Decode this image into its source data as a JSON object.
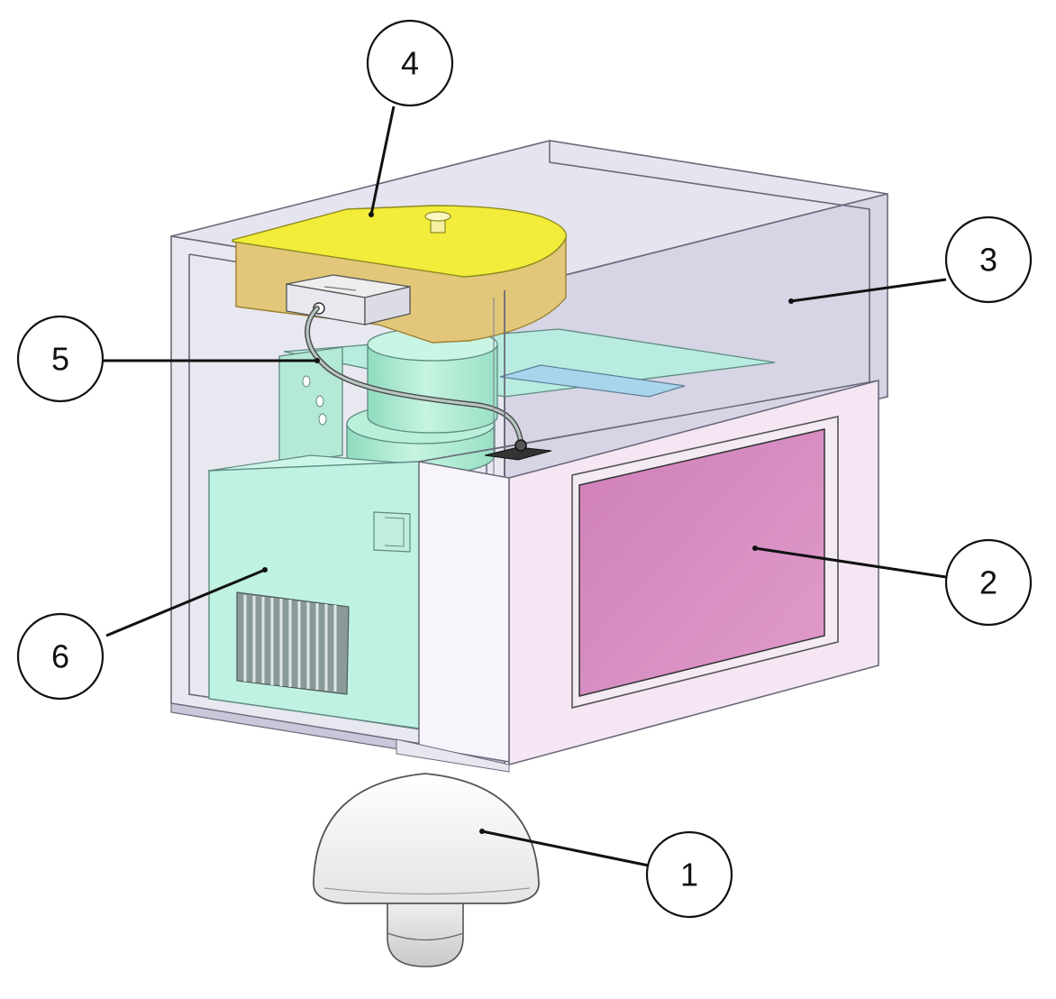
{
  "callouts": [
    {
      "id": "1",
      "label": "1",
      "part": "dome-camera"
    },
    {
      "id": "2",
      "label": "2",
      "part": "display-screen"
    },
    {
      "id": "3",
      "label": "3",
      "part": "transparent-enclosure"
    },
    {
      "id": "4",
      "label": "4",
      "part": "yellow-lid"
    },
    {
      "id": "5",
      "label": "5",
      "part": "cable"
    },
    {
      "id": "6",
      "label": "6",
      "part": "electronics-module"
    }
  ],
  "colors": {
    "enclosure": "#d8d6e6",
    "lid": "#f2ec3a",
    "lid_side": "#e2c77a",
    "module": "#bff2e2",
    "cylinder": "#a9ecd2",
    "panel": "#f6e6f4",
    "screen": "#d78bc1",
    "dome": "#f6f6f6"
  }
}
